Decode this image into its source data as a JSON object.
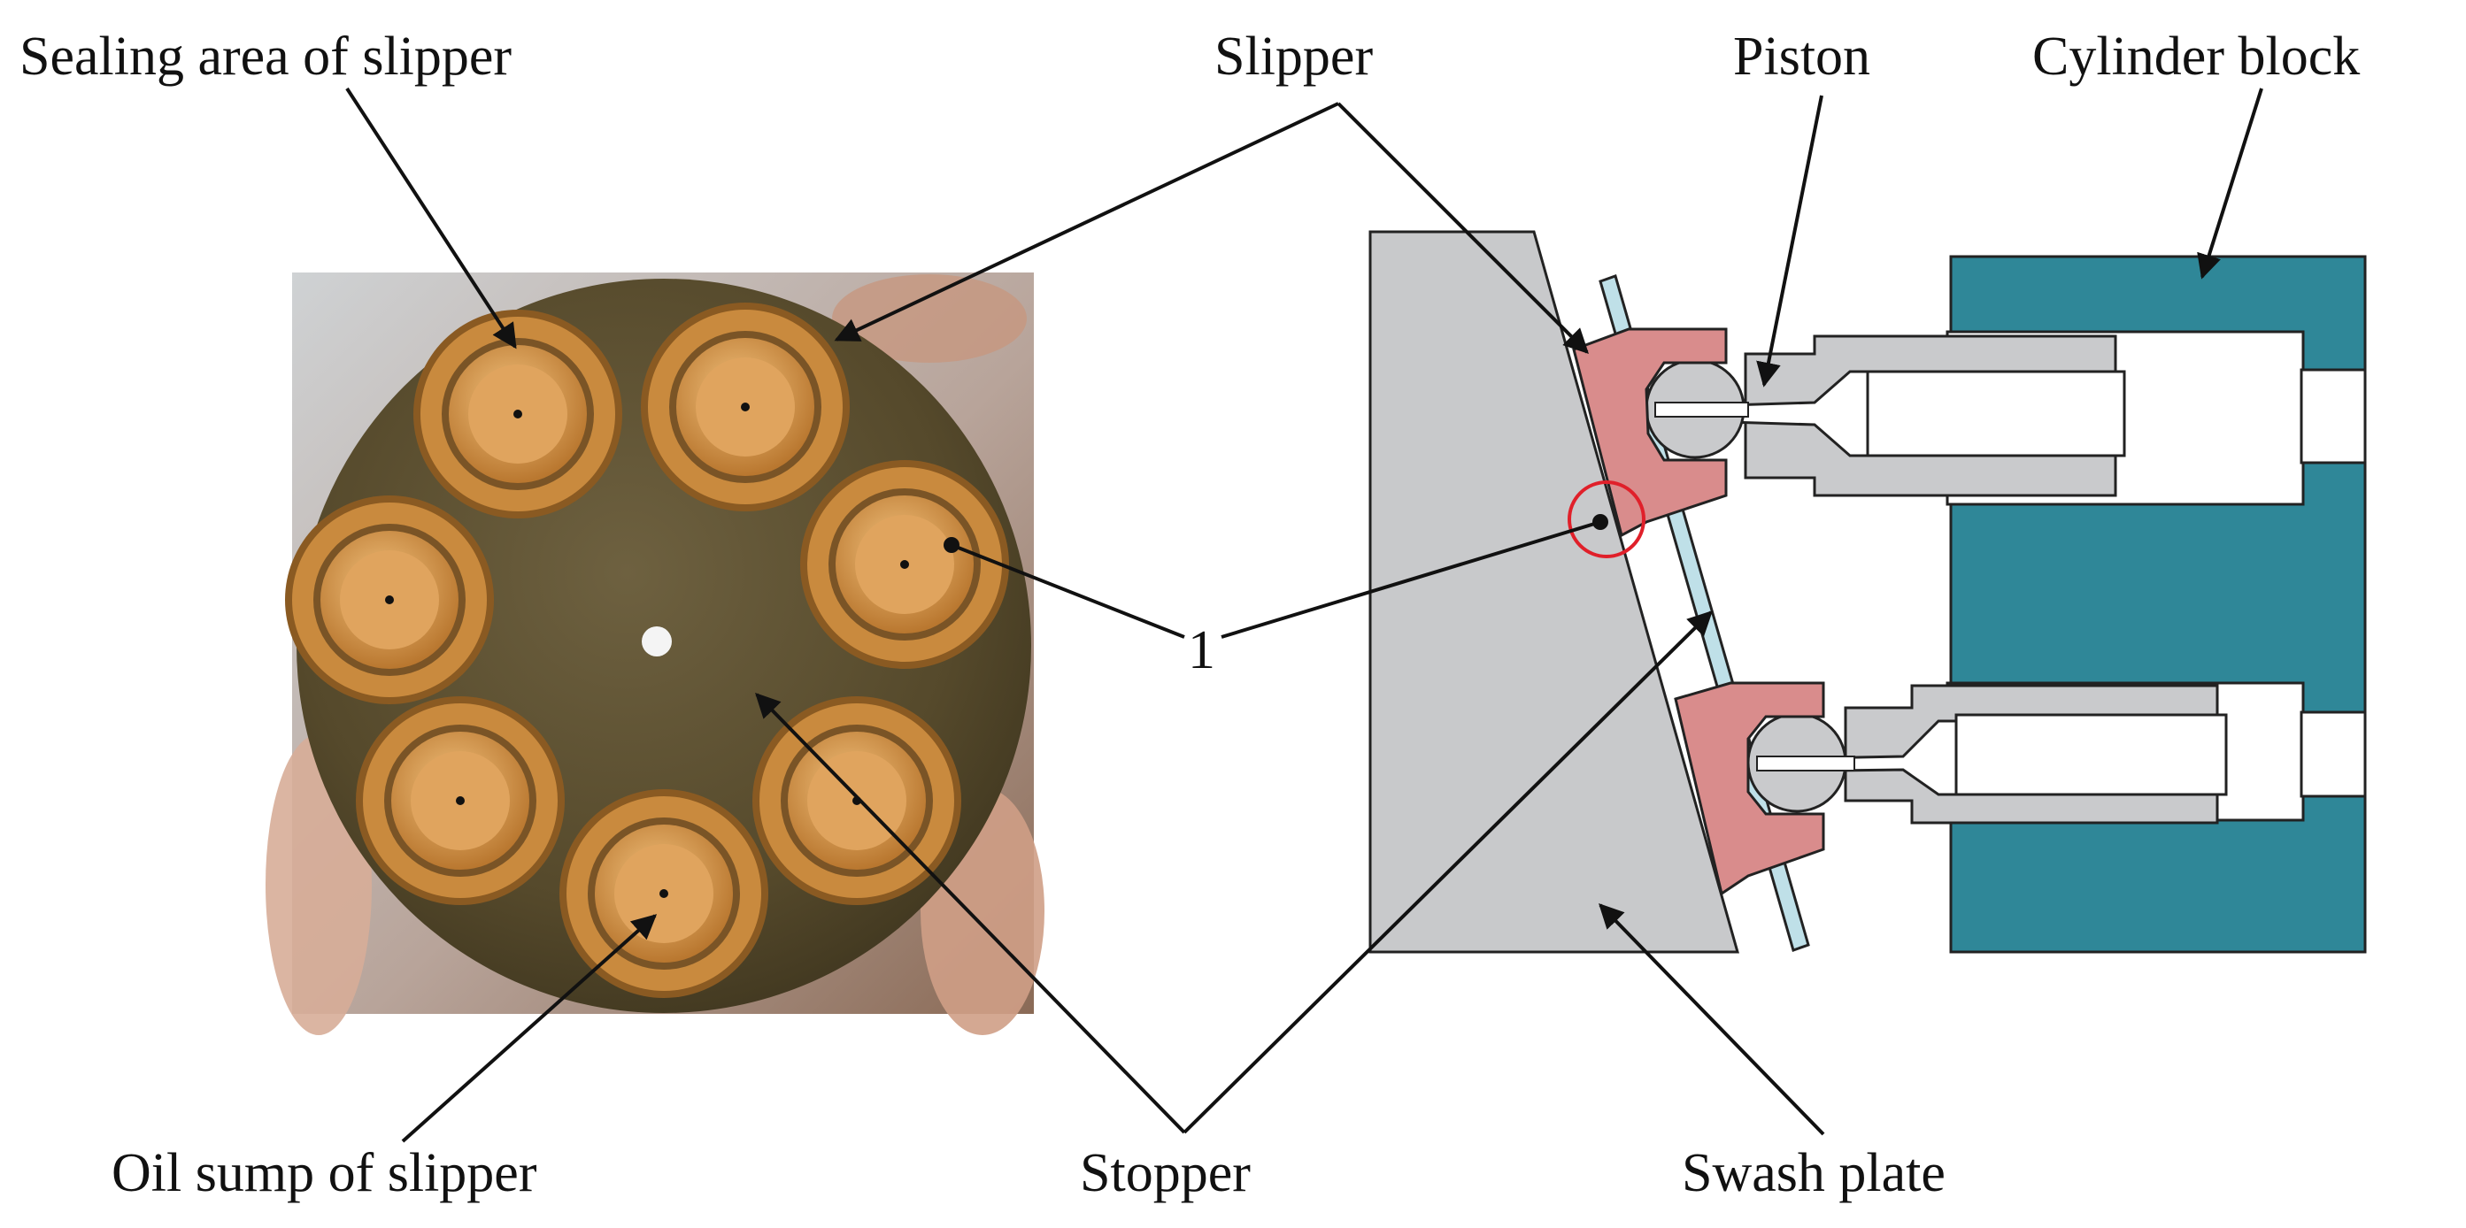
{
  "labels": {
    "sealing_area": "Sealing area of slipper",
    "slipper": "Slipper",
    "piston": "Piston",
    "cylinder_block": "Cylinder block",
    "marker_1": "1",
    "oil_sump": "Oil sump of slipper",
    "stopper": "Stopper",
    "swash_plate": "Swash plate"
  },
  "colors": {
    "leader_line": "#111111",
    "swash_plate_fill": "#c8c9cb",
    "slipper_fill": "#d98c8c",
    "piston_fill": "#c9cacc",
    "cylinder_block_fill": "#2f8798",
    "stopper_plate_fill": "#bfe0e8",
    "highlight_circle": "#e0202a",
    "photo_disc": "#5e5230",
    "photo_slipper_rim": "#c98a3e",
    "photo_slipper_face": "#e0a45e"
  },
  "photo": {
    "slipper_count": 7
  }
}
